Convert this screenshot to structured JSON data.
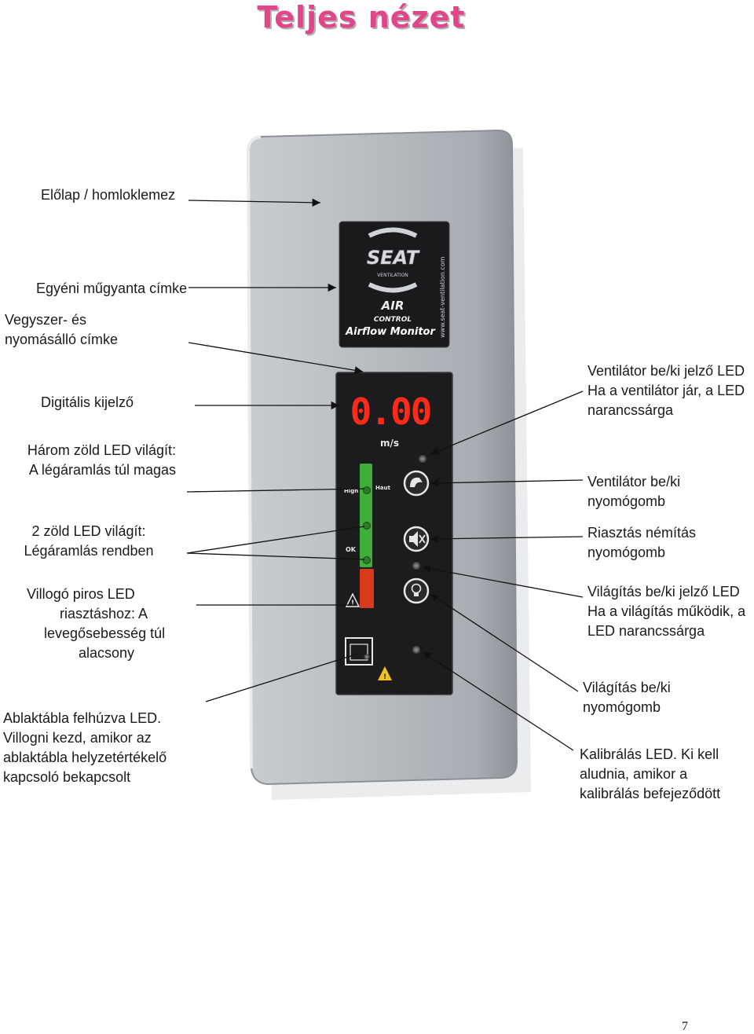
{
  "page": {
    "title": "Teljes nézet",
    "page_number": "7"
  },
  "labels": {
    "front_panel": "Előlap / homloklemez",
    "resin_label": "Egyéni műgyanta címke",
    "chemical_label": [
      "Vegyszer- és",
      "nyomásálló címke"
    ],
    "digital_display": "Digitális kijelző",
    "three_green_led": [
      "Három zöld LED világít:",
      "A légáramlás túl magas"
    ],
    "two_green_led": [
      "2 zöld LED világít:",
      "Légáramlás rendben"
    ],
    "red_led": [
      "Villogó piros LED",
      "riasztáshoz: A",
      "levegősebesség túl",
      "alacsony"
    ],
    "window_led": [
      "Ablaktábla felhúzva LED.",
      "Villogni kezd, amikor az",
      "ablaktábla helyzetértékelő",
      "kapcsoló bekapcsolt"
    ],
    "fan_indicator": [
      "Ventilátor be/ki jelző LED",
      "Ha a ventilátor jár, a LED",
      "narancssárga"
    ],
    "fan_button": [
      "Ventilátor be/ki",
      "nyomógomb"
    ],
    "alarm_mute": [
      "Riasztás némítás",
      "nyomógomb"
    ],
    "light_indicator": [
      "Világítás be/ki jelző LED",
      "Ha a világítás működik, a",
      "LED narancssárga"
    ],
    "light_button": [
      "Világítás be/ki",
      "nyomógomb"
    ],
    "calibration_led": [
      "Kalibrálás LED. Ki kell",
      "aludnia, amikor a",
      "kalibrálás befejeződött"
    ]
  },
  "device": {
    "logo_text": "SEAT",
    "logo_sub": "VENTILATION",
    "air_text": "AIR",
    "control_text": "CONTROL",
    "product_name": "Airflow Monitor",
    "website": "www.seat-ventilation.com",
    "display_value": "0.00",
    "unit": "m/s",
    "scale_high": "High",
    "scale_haut": "Haut",
    "scale_ok": "OK",
    "colors": {
      "panel": "#b3b6bc",
      "screen": "#1c1c1e",
      "led_red": "#ff2a1a",
      "led_green": "#3fae3a",
      "alarm_bar": "#d83a1c",
      "title": "#e2468a"
    }
  }
}
